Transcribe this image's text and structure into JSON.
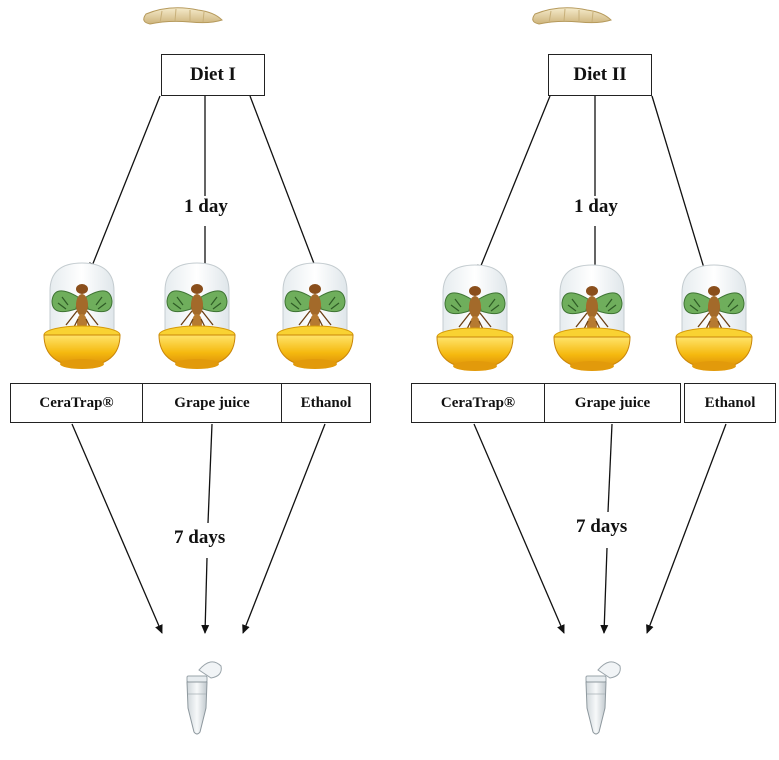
{
  "panels": [
    {
      "diet_label": "Diet I",
      "first_interval": "1 day",
      "attractants": [
        "CeraTrap®",
        "Grape juice",
        "Ethanol"
      ],
      "second_interval": "7 days"
    },
    {
      "diet_label": "Diet II",
      "first_interval": "1 day",
      "attractants": [
        "CeraTrap®",
        "Grape juice",
        "Ethanol"
      ],
      "second_interval": "7 days"
    }
  ],
  "icons": {
    "larva": "larva-icon",
    "trap": "trap-with-fly-icon",
    "tube": "microcentrifuge-tube-icon"
  },
  "colors": {
    "trap_yellow": "#f7c21a",
    "trap_orange": "#e89a0c",
    "fly_body": "#a36a2a",
    "fly_wing": "#6fae5c",
    "larva": "#ead8a7",
    "arrow": "#111111"
  }
}
